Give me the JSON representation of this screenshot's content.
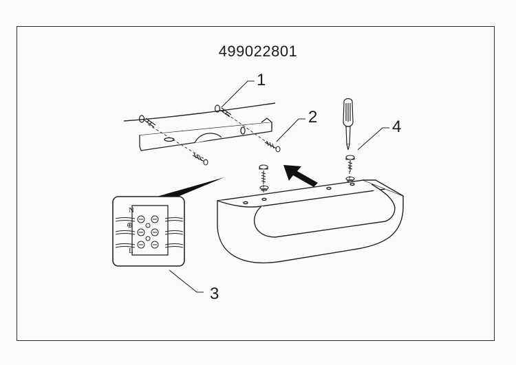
{
  "diagram": {
    "title": "499022801",
    "callouts": [
      "1",
      "2",
      "3",
      "4"
    ],
    "terminal_labels": {
      "neutral": "N",
      "earth": "⊕",
      "live": "L"
    }
  }
}
